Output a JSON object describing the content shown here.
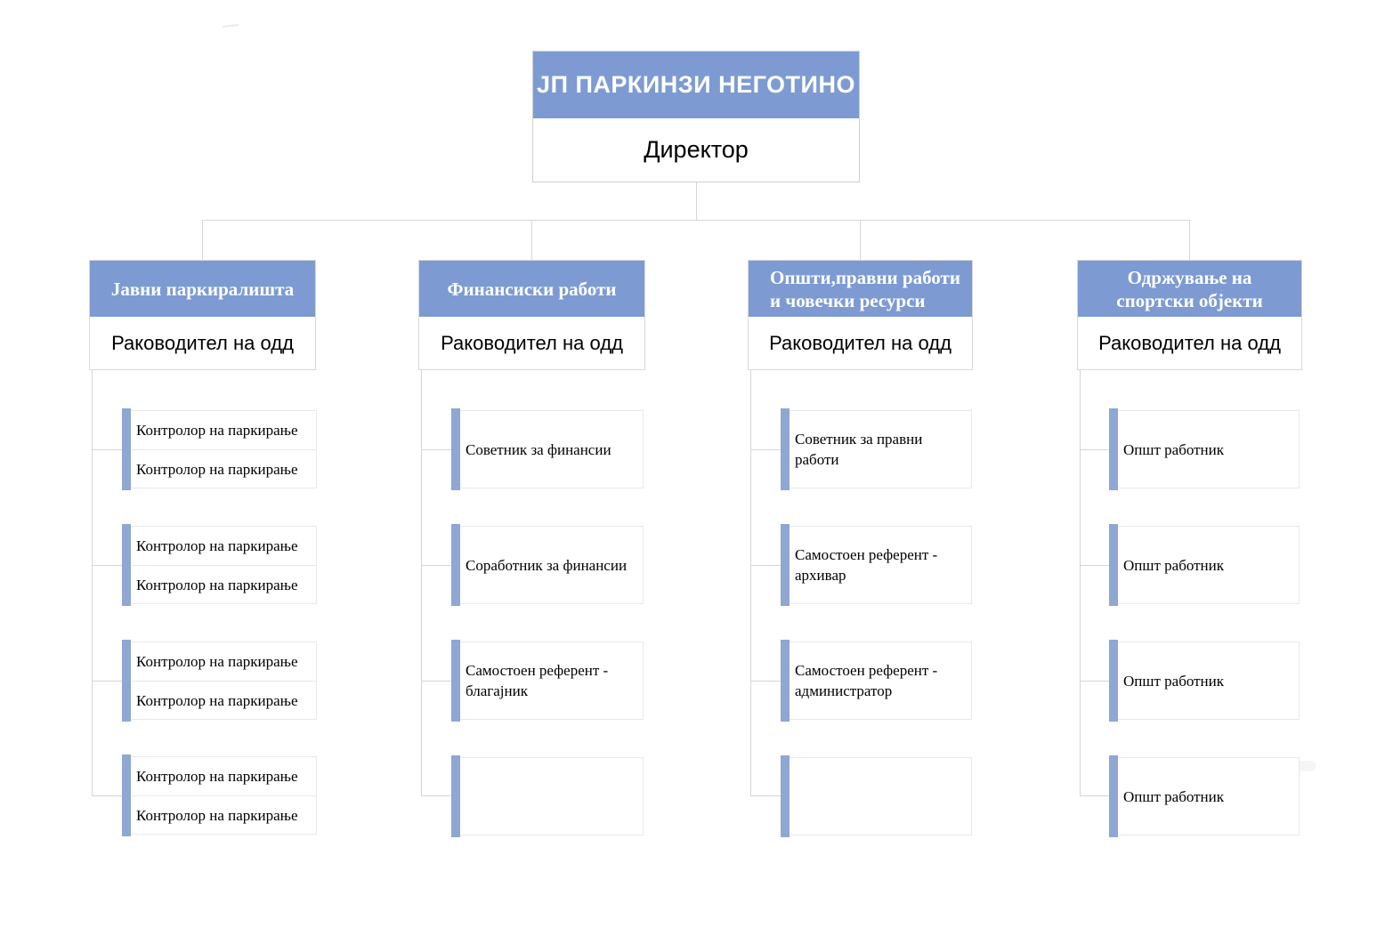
{
  "colors": {
    "header_blue": "#7d9bd2",
    "bar_blue": "#8ea7d3",
    "connector": "#d6d6d6",
    "box_border": "#d9d9d9",
    "child_border": "#e9e9e9",
    "title_text": "#ffffff",
    "body_text": "#000000"
  },
  "root": {
    "title": "ЈП ПАРКИНЗИ НЕГОТИНО",
    "role": "Директор"
  },
  "branches": [
    {
      "title_lines": [
        "Јавни паркиралишта"
      ],
      "manager": "Раководител на одд",
      "children": [
        {
          "type": "pair",
          "labels": [
            "Контролор на паркирање",
            "Контролор на паркирање"
          ]
        },
        {
          "type": "pair",
          "labels": [
            "Контролор на паркирање",
            "Контролор на паркирање"
          ]
        },
        {
          "type": "pair",
          "labels": [
            "Контролор на паркирање",
            "Контролор на паркирање"
          ]
        },
        {
          "type": "pair",
          "labels": [
            "Контролор на паркирање",
            "Контролор на паркирање"
          ]
        }
      ]
    },
    {
      "title_lines": [
        "Финансиски работи"
      ],
      "manager": "Раководител на одд",
      "children": [
        {
          "type": "single",
          "label": "Советник за финансии"
        },
        {
          "type": "single",
          "label": "Соработник за финансии"
        },
        {
          "type": "single",
          "label": "Самостоен референт - благајник"
        },
        {
          "type": "single",
          "label": ""
        }
      ]
    },
    {
      "title_lines": [
        "Општи,правни работи",
        "и човечки ресурси"
      ],
      "manager": "Раководител на одд",
      "children": [
        {
          "type": "single",
          "label": "Советник за правни работи"
        },
        {
          "type": "single",
          "label": "Самостоен референт - архивар"
        },
        {
          "type": "single",
          "label": "Самостоен референт - администратор"
        },
        {
          "type": "single",
          "label": ""
        }
      ]
    },
    {
      "title_lines": [
        "Одржување на",
        "спортски објекти"
      ],
      "manager": "Раководител на одд",
      "children": [
        {
          "type": "single",
          "label": "Општ работник"
        },
        {
          "type": "single",
          "label": "Општ работник"
        },
        {
          "type": "single",
          "label": "Општ работник"
        },
        {
          "type": "single",
          "label": "Општ работник"
        }
      ]
    }
  ]
}
